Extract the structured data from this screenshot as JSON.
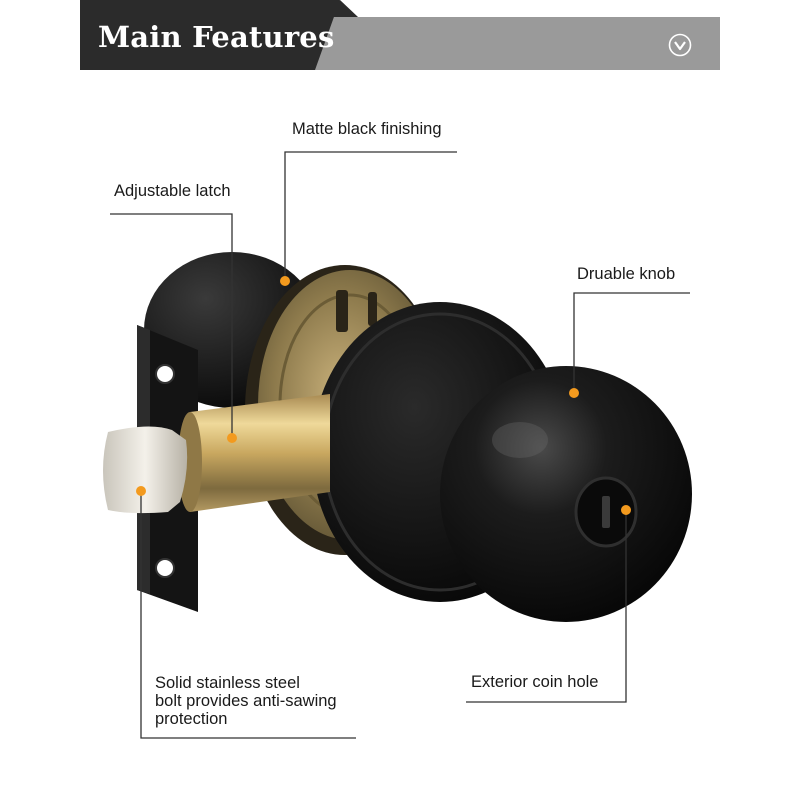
{
  "header": {
    "title": "Main Features",
    "icon": "chevron-down-circle-icon",
    "colors": {
      "dark": "#2b2b2b",
      "gray": "#9a9a9a"
    }
  },
  "callouts": {
    "matte": "Matte black finishing",
    "latch": "Adjustable latch",
    "knob": "Druable knob",
    "bolt": "Solid stainless steel\nbolt provides anti-sawing\nprotection",
    "coin": "Exterior coin hole"
  },
  "accent": "#f39a1e"
}
